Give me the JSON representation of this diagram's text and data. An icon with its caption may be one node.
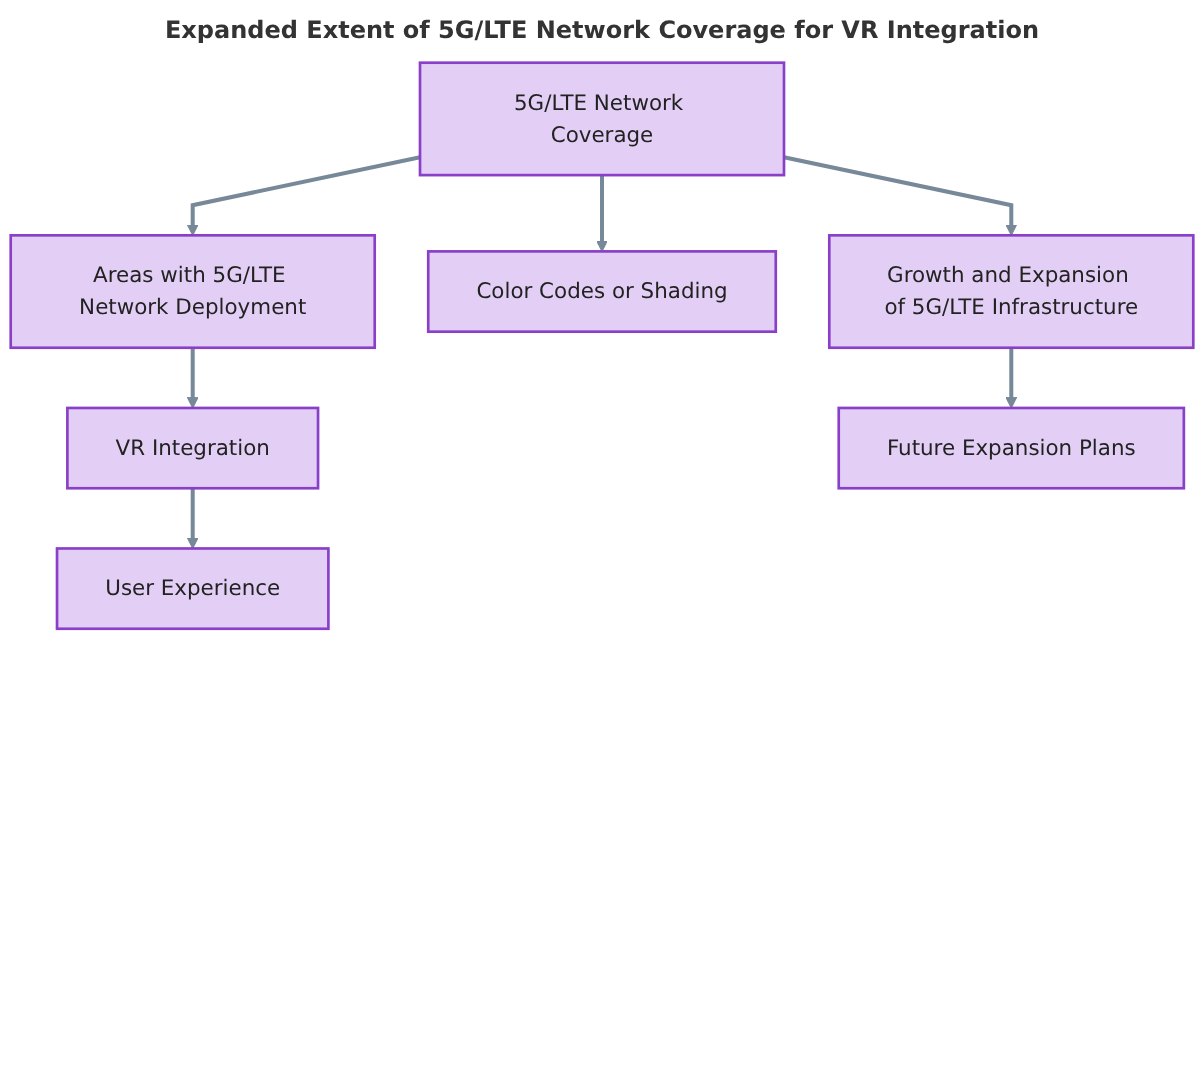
{
  "diagram": {
    "title": "Expanded Extent of 5G/LTE Network Coverage for VR Integration",
    "nodes": [
      {
        "text": [
          "5G/LTE Network Coverage"
        ]
      },
      {
        "text": [
          "Areas with 5G/LTE Network Deployment"
        ]
      },
      {
        "text": [
          "Color Codes or Shading"
        ]
      },
      {
        "text": [
          "Growth and Expansion of 5G/LTE Infrastructure"
        ]
      },
      {
        "text": [
          "VR Integration"
        ]
      },
      {
        "text": [
          "User Experience"
        ]
      },
      {
        "text": [
          "Future Expansion Plans"
        ]
      }
    ],
    "edges": [
      {
        "from": 0,
        "to": 1,
        "arrow": "to"
      },
      {
        "from": 0,
        "to": 2,
        "arrow": "to"
      },
      {
        "from": 0,
        "to": 3,
        "arrow": "to"
      },
      {
        "from": 1,
        "to": 4,
        "arrow": "to"
      },
      {
        "from": 4,
        "to": 5,
        "arrow": "to"
      },
      {
        "from": 3,
        "to": 6,
        "arrow": "to"
      }
    ]
  }
}
